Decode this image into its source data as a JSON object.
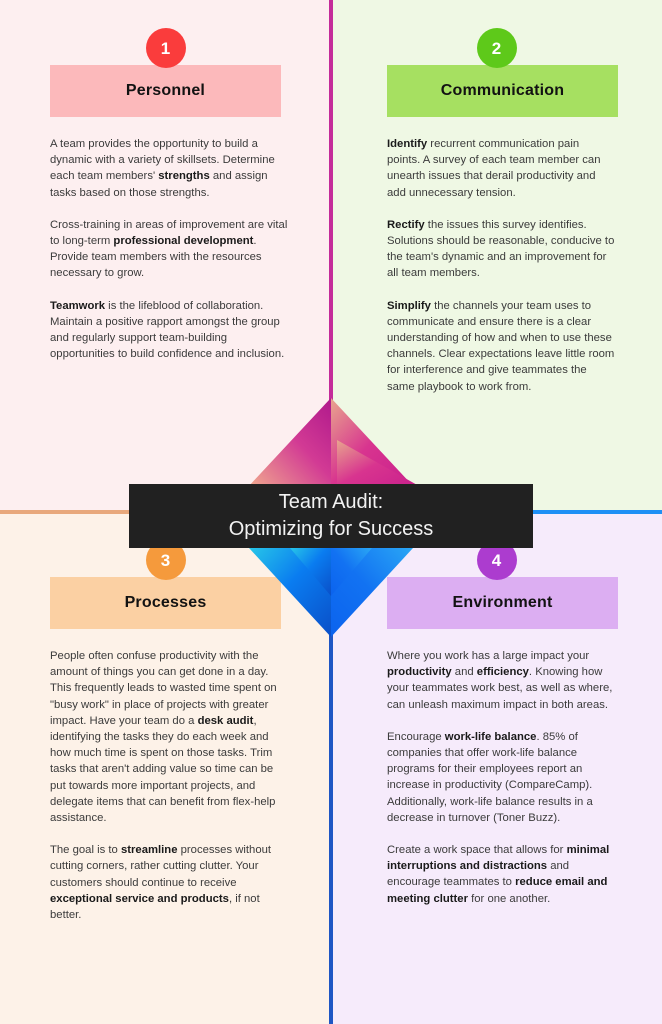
{
  "infographic": {
    "center_title": "Team Audit:\nOptimizing for Success",
    "colors": {
      "badge_1": "#fa3c3c",
      "badge_2": "#5ec91a",
      "badge_3": "#f59a3c",
      "badge_4": "#ac3ccf",
      "band_1": "#fcb9bb",
      "band_2": "#a6e061",
      "band_3": "#fbd0a3",
      "band_4": "#dcaef2",
      "quad_bg_1": "#fdeff0",
      "quad_bg_2": "#eff8e4",
      "quad_bg_3": "#fdf2e8",
      "quad_bg_4": "#f6ebfb",
      "divider_vertical_top": "#c42c9a",
      "divider_vertical_bottom": "#1e56c4",
      "divider_horizontal_left": "#e8a87c",
      "divider_horizontal_right": "#1e90f5",
      "banner_bg": "#212121",
      "banner_text": "#f2f2f2",
      "chevron_top_start": "#f0a58c",
      "chevron_top_end": "#c9208c",
      "chevron_bottom_start": "#1fc8e8",
      "chevron_bottom_end": "#0a50d2"
    },
    "sections": [
      {
        "number": "1",
        "title": "Personnel",
        "paragraphs": [
          [
            {
              "t": "A team provides the opportunity to build a dynamic with a variety of skillsets. Determine each team members' ",
              "b": false
            },
            {
              "t": "strengths",
              "b": true
            },
            {
              "t": " and assign tasks based on those strengths.",
              "b": false
            }
          ],
          [
            {
              "t": "Cross-training in areas of improvement are vital to long-term ",
              "b": false
            },
            {
              "t": "professional development",
              "b": true
            },
            {
              "t": ". Provide team members with the resources necessary to grow.",
              "b": false
            }
          ],
          [
            {
              "t": "Teamwork",
              "b": true
            },
            {
              "t": " is the lifeblood of collaboration. Maintain a positive rapport amongst the group and regularly support team-building opportunities to build confidence and inclusion.",
              "b": false
            }
          ]
        ]
      },
      {
        "number": "2",
        "title": "Communication",
        "paragraphs": [
          [
            {
              "t": "Identify",
              "b": true
            },
            {
              "t": " recurrent communication pain points. A survey of each team member can unearth issues that derail productivity and add unnecessary tension.",
              "b": false
            }
          ],
          [
            {
              "t": "Rectify",
              "b": true
            },
            {
              "t": " the issues this survey identifies. Solutions should be reasonable, conducive to the team's dynamic and an improvement for all team members.",
              "b": false
            }
          ],
          [
            {
              "t": "Simplify",
              "b": true
            },
            {
              "t": " the channels your team uses to communicate and ensure there is a clear understanding of how and when to use these channels. Clear expectations leave little room for interference and give teammates the same playbook to work from.",
              "b": false
            }
          ]
        ]
      },
      {
        "number": "3",
        "title": "Processes",
        "paragraphs": [
          [
            {
              "t": "People often confuse productivity with the amount of things you can get done in a day. This frequently leads to wasted time spent on \"busy work\" in place of projects with greater impact. Have your team do a ",
              "b": false
            },
            {
              "t": "desk audit",
              "b": true
            },
            {
              "t": ", identifying the tasks they do each week and how much time is spent on those tasks. Trim tasks that aren't adding value so time can be put towards more important projects, and delegate items that can benefit from flex-help assistance.",
              "b": false
            }
          ],
          [
            {
              "t": "The goal is to ",
              "b": false
            },
            {
              "t": "streamline",
              "b": true
            },
            {
              "t": " processes without cutting corners, rather cutting clutter. Your customers should continue to receive ",
              "b": false
            },
            {
              "t": "exceptional service and products",
              "b": true
            },
            {
              "t": ", if not better.",
              "b": false
            }
          ]
        ]
      },
      {
        "number": "4",
        "title": "Environment",
        "paragraphs": [
          [
            {
              "t": "Where you work has a large impact your ",
              "b": false
            },
            {
              "t": "productivity",
              "b": true
            },
            {
              "t": " and ",
              "b": false
            },
            {
              "t": "efficiency",
              "b": true
            },
            {
              "t": ". Knowing how your teammates work best, as well as where, can unleash maximum impact in both areas.",
              "b": false
            }
          ],
          [
            {
              "t": "Encourage ",
              "b": false
            },
            {
              "t": "work-life balance",
              "b": true
            },
            {
              "t": ". 85% of companies that offer work-life balance programs for their employees report an increase in productivity (CompareCamp). Additionally, work-life balance results in a decrease in turnover (Toner Buzz).",
              "b": false
            }
          ],
          [
            {
              "t": "Create a work space that allows for ",
              "b": false
            },
            {
              "t": "minimal interruptions and distractions",
              "b": true
            },
            {
              "t": " and encourage teammates to ",
              "b": false
            },
            {
              "t": "reduce email and meeting clutter",
              "b": true
            },
            {
              "t": " for one another.",
              "b": false
            }
          ]
        ]
      }
    ]
  }
}
